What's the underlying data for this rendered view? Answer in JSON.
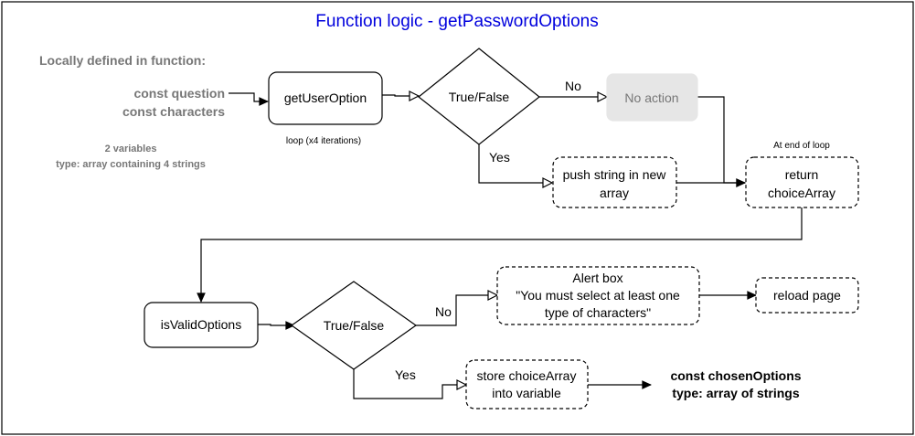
{
  "title": "Function logic - getPasswordOptions",
  "colors": {
    "title": "#0000dd",
    "note_text": "#777777",
    "stroke": "#000000",
    "grey_box_fill": "#e6e6e6",
    "grey_box_stroke": "#e6e6e6",
    "grey_box_text": "#777777"
  },
  "notes": {
    "locally_defined": "Locally defined in function:",
    "const_question": "const question",
    "const_characters": "const characters",
    "variables_count": "2 variables",
    "variables_type": "type: array containing 4 strings",
    "loop_note": "loop (x4 iterations)",
    "end_of_loop": "At end of loop"
  },
  "nodes": {
    "get_user_option": "getUserOption",
    "decision_1": "True/False",
    "no_action": "No action",
    "push_string_line1": "push string in new",
    "push_string_line2": "array",
    "return_line1": "return",
    "return_line2": "choiceArray",
    "is_valid_options": "isValidOptions",
    "decision_2": "True/False",
    "alert_line1": "Alert box",
    "alert_line2": "\"You must select at least one",
    "alert_line3": "type of characters\"",
    "reload_page": "reload page",
    "store_line1": "store choiceArray",
    "store_line2": "into variable",
    "result_line1": "const chosenOptions",
    "result_line2": "type: array of strings"
  },
  "edge_labels": {
    "no_1": "No",
    "yes_1": "Yes",
    "no_2": "No",
    "yes_2": "Yes"
  }
}
